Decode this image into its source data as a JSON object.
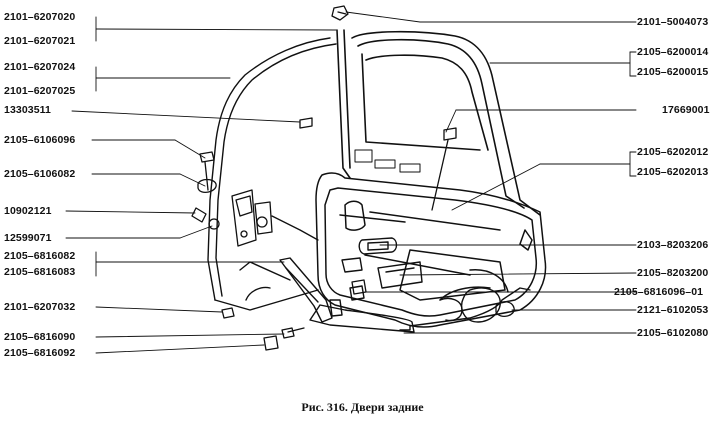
{
  "caption": "Рис. 316. Двери задние",
  "labels": {
    "l01": "2101–6207020",
    "l02": "2101–6207021",
    "l03": "2101–6207024",
    "l04": "2101–6207025",
    "l05": "13303511",
    "l06": "2105–6106096",
    "l07": "2105–6106082",
    "l08": "10902121",
    "l09": "12599071",
    "l10": "2105–6816082",
    "l11": "2105–6816083",
    "l12": "2101–6207032",
    "l13": "2105–6816090",
    "l14": "2105–6816092",
    "r01": "2101–5004073",
    "r02": "2105–6200014",
    "r03": "2105–6200015",
    "r04": "17669001",
    "r05": "2105–6202012",
    "r06": "2105–6202013",
    "r07": "2103–8203206",
    "r08": "2105–8203200",
    "r09": "2105–6816096–01",
    "r10": "2121–6102053",
    "r11": "2105–6102080"
  },
  "colors": {
    "ink": "#111111",
    "paper": "#ffffff"
  }
}
